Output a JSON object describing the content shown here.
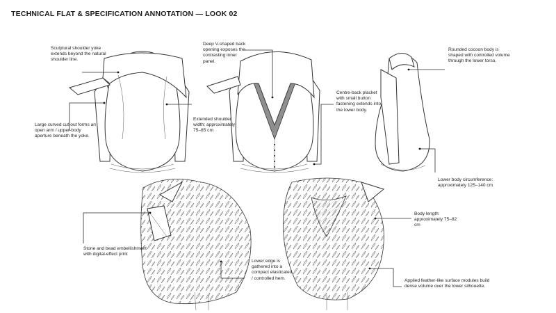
{
  "title": "TECHNICAL FLAT & SPECIFICATION ANNOTATION — LOOK 02",
  "annotations": {
    "yoke": "Sculptural shoulder yoke extends beyond the natural shoulder line.",
    "cutout": "Large curved cut-out forms an open arm / upper-body aperture beneath the yoke.",
    "shoulder_width": "Extended shoulder width: approximately 75–85 cm",
    "back_opening": "Deep V-shaped back opening exposes the contrasting inner panel.",
    "placket": "Centre-back placket with small button fastening extends into the lower body.",
    "cocoon": "Rounded cocoon body is shaped with controlled volume through the lower torso.",
    "circumference": "Lower body circumference: approximately 125–140 cm",
    "embellishment": "Stone and bead embellishment with digital-effect print",
    "hem": "Lower edge is gathered into a compact elasticated / controlled hem.",
    "body_length": "Body length: approximately 75–82 cm",
    "feathers": "Applied feather-like surface modules build dense volume over the lower silhouette."
  }
}
